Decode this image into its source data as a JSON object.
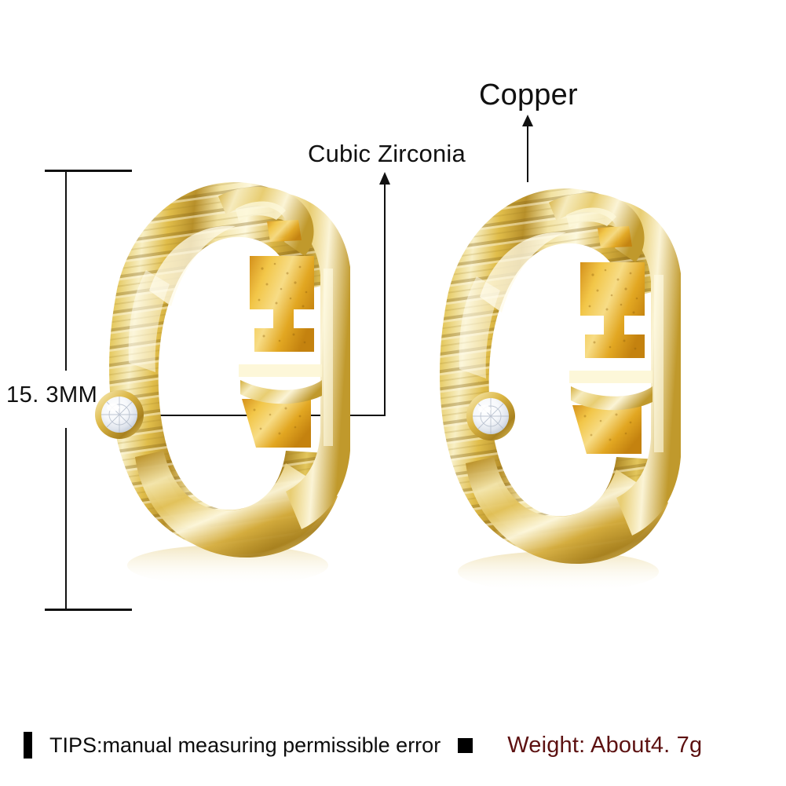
{
  "product": {
    "type": "gold hoop earrings pair",
    "count": 2
  },
  "annotations": {
    "copper": {
      "label": "Copper",
      "arrow": "up-arrow-icon",
      "points_to": "hoop body"
    },
    "cubic_zirconia": {
      "label": "Cubic Zirconia",
      "arrow": "up-arrow-icon",
      "points_to": "gemstone on hoop"
    },
    "dimension": {
      "label": "15. 3MM",
      "orientation": "vertical",
      "marker": "dimension-bracket"
    }
  },
  "footer": {
    "tips_text": "TIPS:manual measuring permissible error",
    "weight_text": "Weight: About4. 7g",
    "tips_bullet": "vertical-bar-icon",
    "weight_bullet": "square-bullet-icon"
  },
  "colors": {
    "background": "#ffffff",
    "text": "#111111",
    "weight_text": "#5c1111",
    "gold_light": "#fbf3cf",
    "gold_mid": "#e8c75a",
    "gold_deep": "#a07d1e",
    "gold_shadow": "#6f5312",
    "clasp_orange": "#e6a71b",
    "gem": "#ffffff"
  }
}
